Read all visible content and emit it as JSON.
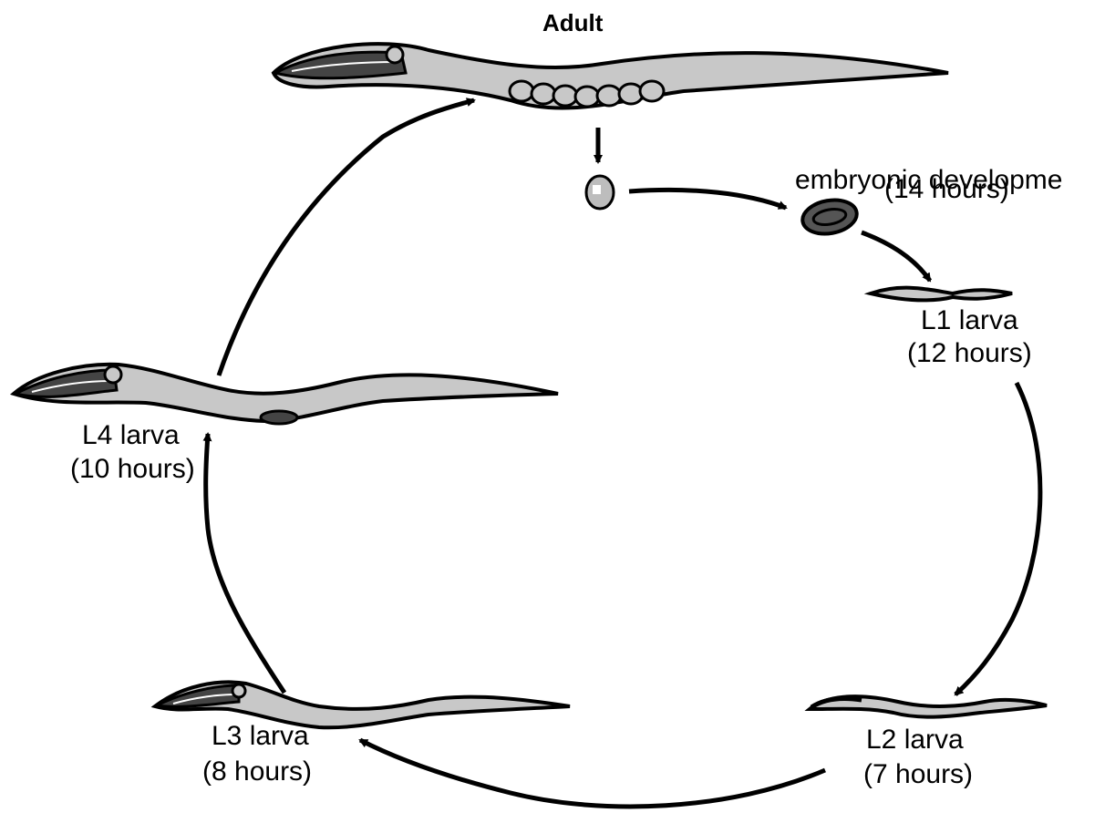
{
  "title": "Adult",
  "stages": {
    "embryonic": {
      "name": "embryonic developme",
      "time": "(14 hours)"
    },
    "l1": {
      "name": "L1 larva",
      "time": "(12 hours)"
    },
    "l2": {
      "name": "L2 larva",
      "time": "(7 hours)"
    },
    "l3": {
      "name": "L3 larva",
      "time": "(8 hours)"
    },
    "l4": {
      "name": "L4 larva",
      "time": "(10 hours)"
    }
  },
  "colors": {
    "worm_body": "#c8c8c8",
    "outline": "#000000",
    "egg": "#bdbdbd",
    "embryo": "#555555"
  },
  "icons": [
    "adult-worm",
    "egg",
    "embryo",
    "l1-larva",
    "l2-larva",
    "l3-larva",
    "l4-larva",
    "arrow"
  ]
}
